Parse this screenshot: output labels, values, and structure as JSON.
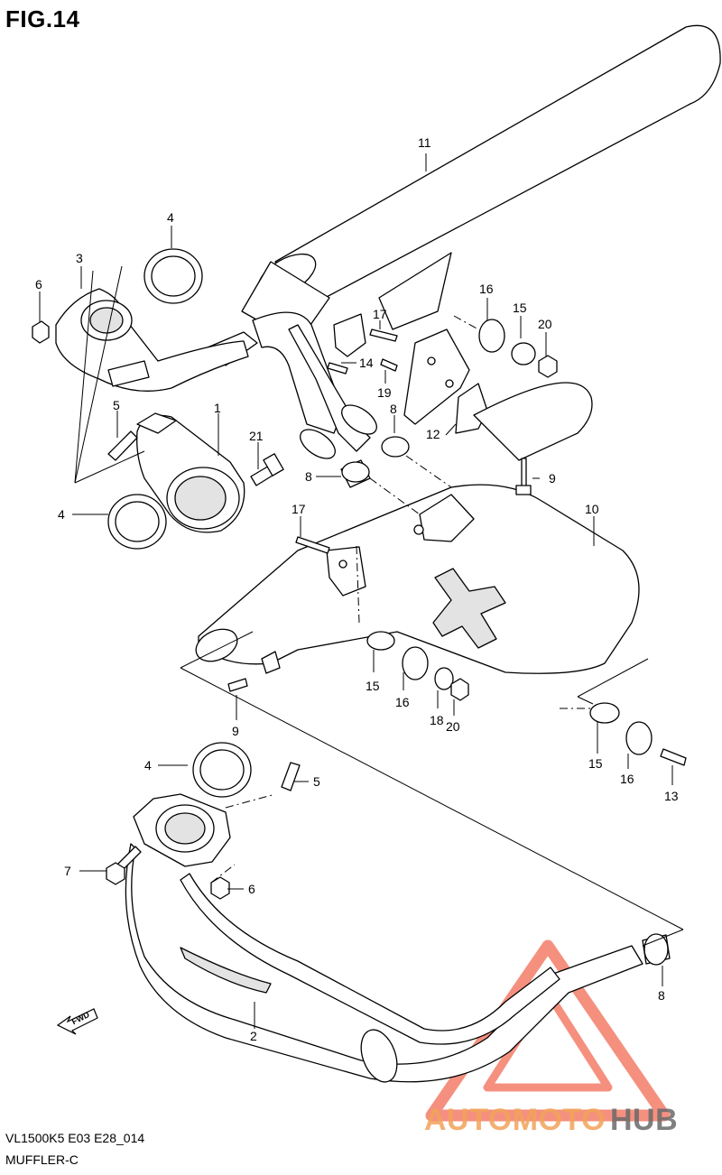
{
  "figure": {
    "title": "FIG.14",
    "model_code": "VL1500K5 E03 E28_014",
    "name": "MUFFLER-C"
  },
  "callouts": [
    {
      "id": "c1",
      "label": "11"
    },
    {
      "id": "c2",
      "label": "4"
    },
    {
      "id": "c3",
      "label": "3"
    },
    {
      "id": "c4",
      "label": "6"
    },
    {
      "id": "c5",
      "label": "5"
    },
    {
      "id": "c6",
      "label": "1"
    },
    {
      "id": "c7",
      "label": "21"
    },
    {
      "id": "c8",
      "label": "4"
    },
    {
      "id": "c9",
      "label": "16"
    },
    {
      "id": "c10",
      "label": "15"
    },
    {
      "id": "c11",
      "label": "20"
    },
    {
      "id": "c12",
      "label": "17"
    },
    {
      "id": "c13",
      "label": "14"
    },
    {
      "id": "c14",
      "label": "19"
    },
    {
      "id": "c15",
      "label": "8"
    },
    {
      "id": "c16",
      "label": "12"
    },
    {
      "id": "c17",
      "label": "8"
    },
    {
      "id": "c18",
      "label": "9"
    },
    {
      "id": "c19",
      "label": "17"
    },
    {
      "id": "c20",
      "label": "10"
    },
    {
      "id": "c21",
      "label": "15"
    },
    {
      "id": "c22",
      "label": "16"
    },
    {
      "id": "c23",
      "label": "18"
    },
    {
      "id": "c24",
      "label": "20"
    },
    {
      "id": "c25",
      "label": "9"
    },
    {
      "id": "c26",
      "label": "15"
    },
    {
      "id": "c27",
      "label": "16"
    },
    {
      "id": "c28",
      "label": "13"
    },
    {
      "id": "c29",
      "label": "4"
    },
    {
      "id": "c30",
      "label": "5"
    },
    {
      "id": "c31",
      "label": "7"
    },
    {
      "id": "c32",
      "label": "6"
    },
    {
      "id": "c33",
      "label": "8"
    },
    {
      "id": "c34",
      "label": "2"
    }
  ],
  "fwd_label": "FWD",
  "watermark": {
    "part1": "AUTOMOTO",
    "part2": "HUB",
    "color_primary": "#f26b55",
    "color_secondary": "#6a6a6a"
  }
}
